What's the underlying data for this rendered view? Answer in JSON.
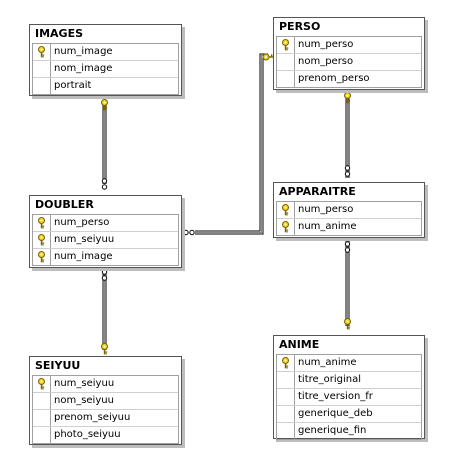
{
  "tables": {
    "images": {
      "title": "IMAGES",
      "columns": [
        {
          "name": "num_image",
          "key": true
        },
        {
          "name": "nom_image",
          "key": false
        },
        {
          "name": "portrait",
          "key": false
        }
      ]
    },
    "perso": {
      "title": "PERSO",
      "columns": [
        {
          "name": "num_perso",
          "key": true
        },
        {
          "name": "nom_perso",
          "key": false
        },
        {
          "name": "prenom_perso",
          "key": false
        }
      ]
    },
    "doubler": {
      "title": "DOUBLER",
      "columns": [
        {
          "name": "num_perso",
          "key": true
        },
        {
          "name": "num_seiyuu",
          "key": true
        },
        {
          "name": "num_image",
          "key": true
        }
      ]
    },
    "apparaitre": {
      "title": "APPARAITRE",
      "columns": [
        {
          "name": "num_perso",
          "key": true
        },
        {
          "name": "num_anime",
          "key": true
        }
      ]
    },
    "seiyuu": {
      "title": "SEIYUU",
      "columns": [
        {
          "name": "num_seiyuu",
          "key": true
        },
        {
          "name": "nom_seiyuu",
          "key": false
        },
        {
          "name": "prenom_seiyuu",
          "key": false
        },
        {
          "name": "photo_seiyuu",
          "key": false
        }
      ]
    },
    "anime": {
      "title": "ANIME",
      "columns": [
        {
          "name": "num_anime",
          "key": true
        },
        {
          "name": "titre_original",
          "key": false
        },
        {
          "name": "titre_version_fr",
          "key": false
        },
        {
          "name": "generique_deb",
          "key": false
        },
        {
          "name": "generique_fin",
          "key": false
        }
      ]
    }
  },
  "relationships": [
    {
      "from": "images",
      "to": "doubler"
    },
    {
      "from": "perso",
      "to": "doubler"
    },
    {
      "from": "seiyuu",
      "to": "doubler"
    },
    {
      "from": "perso",
      "to": "apparaitre"
    },
    {
      "from": "anime",
      "to": "apparaitre"
    }
  ],
  "icons": {
    "primary_key": "key-icon",
    "one_end": "key-icon",
    "many_end": "infinity-icon"
  },
  "colors": {
    "key_fill": "#f2d21c",
    "key_stroke": "#7a6400",
    "line": "#000000",
    "border": "#555555",
    "shadow": "#bdbdbd"
  }
}
